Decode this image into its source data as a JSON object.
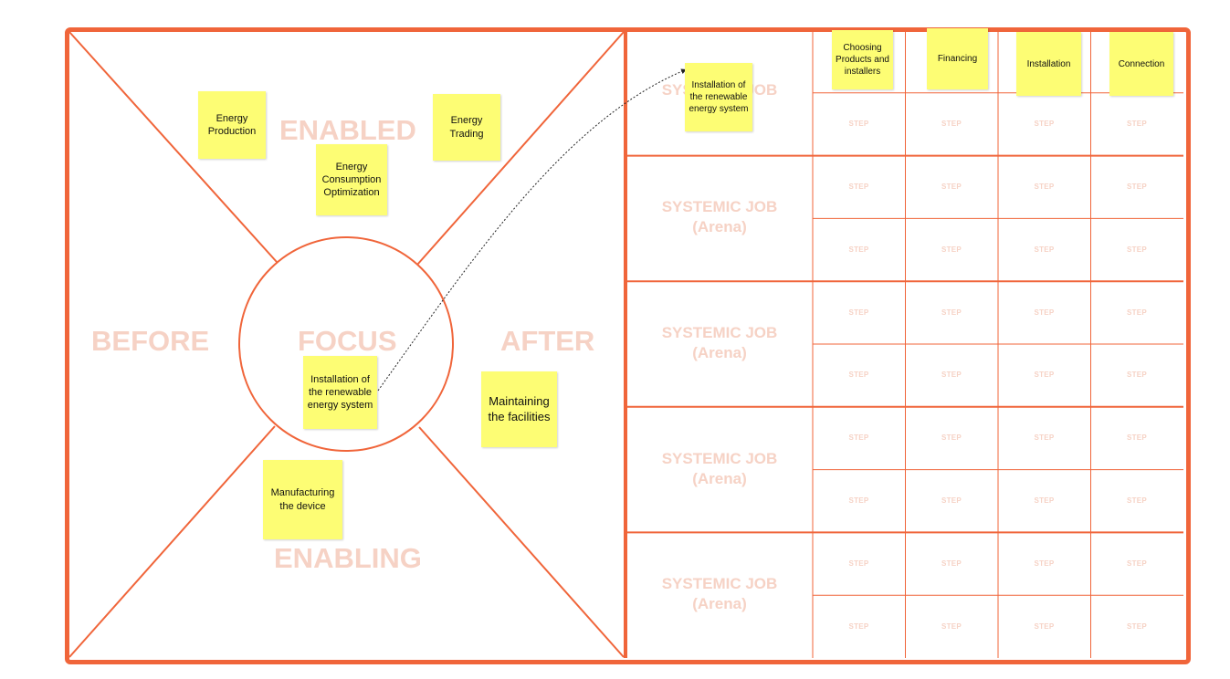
{
  "canvas": {
    "accent_color": "#f0653a",
    "label_color": "#f6d2c5",
    "sticky_color": "#fdfd74"
  },
  "zones": {
    "enabled": "ENABLED",
    "before": "BEFORE",
    "focus": "FOCUS",
    "after": "AFTER",
    "enabling": "ENABLING"
  },
  "stickies": {
    "energy_production": "Energy Production",
    "energy_trading": "Energy Trading",
    "energy_consumption": "Energy Consumption Optimization",
    "focus_installation": "Installation of the renewable energy system",
    "maintaining": "Maintaining the facilities",
    "manufacturing": "Manufacturing the device",
    "job_installation": "Installation of the renewable energy system",
    "step_choosing": "Choosing Products and installers",
    "step_financing": "Financing",
    "step_installation": "Installation",
    "step_connection": "Connection"
  },
  "job_map": {
    "jobs": [
      {
        "line1": "SYSTEMIC JOB",
        "line2": ""
      },
      {
        "line1": "SYSTEMIC JOB",
        "line2": "(Arena)"
      },
      {
        "line1": "SYSTEMIC JOB",
        "line2": "(Arena)"
      },
      {
        "line1": "SYSTEMIC JOB",
        "line2": "(Arena)"
      },
      {
        "line1": "SYSTEMIC JOB",
        "line2": "(Arena)"
      }
    ],
    "step_label": "STEP"
  }
}
